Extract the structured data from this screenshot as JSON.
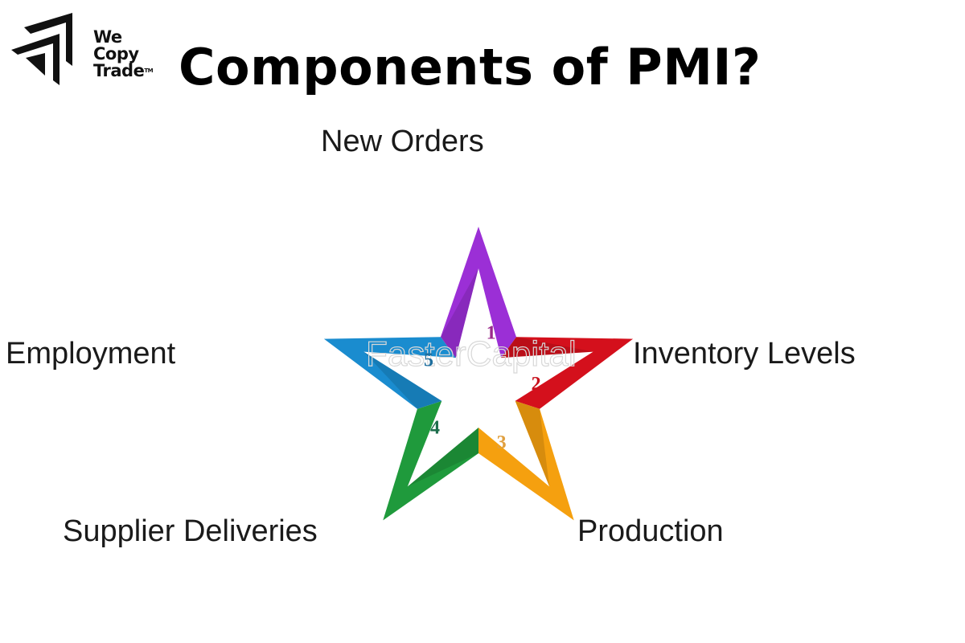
{
  "logo": {
    "lines": [
      "We",
      "Copy",
      "Trade"
    ],
    "trademark": "TM"
  },
  "title": "Components of PMI?",
  "components": [
    {
      "number": "1",
      "label": "New Orders",
      "color": "#9b2fd6"
    },
    {
      "number": "2",
      "label": "Inventory Levels",
      "color": "#d4101c"
    },
    {
      "number": "3",
      "label": "Production",
      "color": "#f5a00f"
    },
    {
      "number": "4",
      "label": "Supplier Deliveries",
      "color": "#1f9a3c"
    },
    {
      "number": "5",
      "label": "Employment",
      "color": "#1a8ccf"
    }
  ],
  "number_colors": [
    "#9b2a8c",
    "#c8101c",
    "#e0a040",
    "#1e6e4c",
    "#1f6f9e"
  ],
  "watermark": "FasterCapital"
}
